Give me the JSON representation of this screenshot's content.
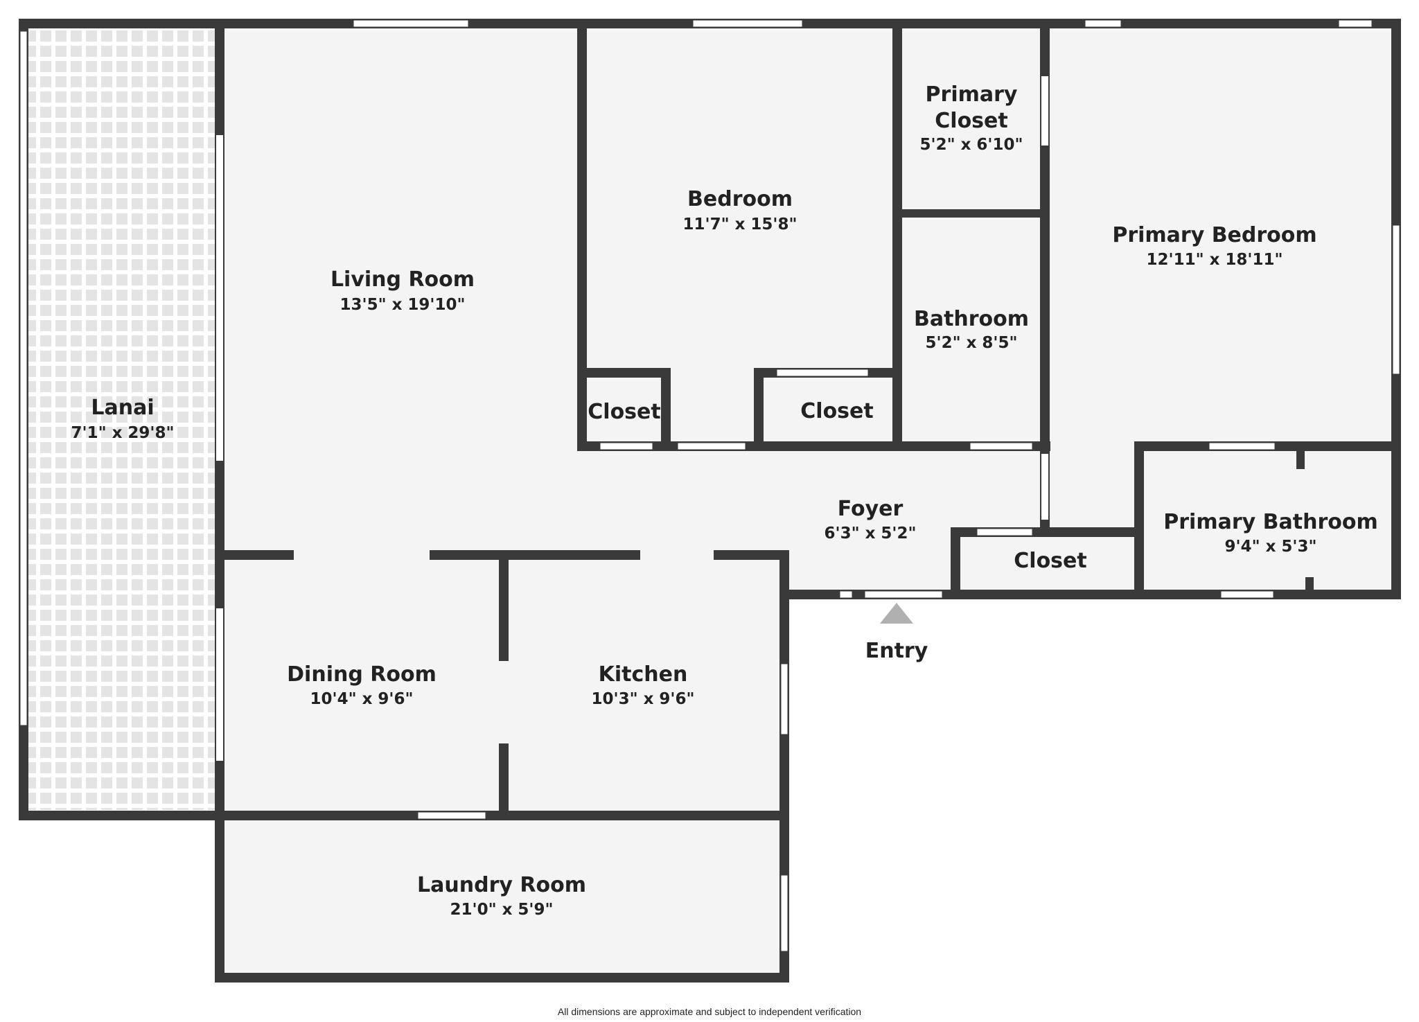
{
  "colors": {
    "wall": "#3a3a3a",
    "floor": "#f4f4f4",
    "window": "#ffffff",
    "lanai_tile": "#e4e4e4",
    "entry_arrow": "#b0b0b0",
    "text": "#222222"
  },
  "rooms": {
    "lanai": {
      "name": "Lanai",
      "dims": "7'1\" x 29'8\""
    },
    "living_room": {
      "name": "Living Room",
      "dims": "13'5\" x 19'10\""
    },
    "bedroom": {
      "name": "Bedroom",
      "dims": "11'7\" x 15'8\""
    },
    "primary_closet": {
      "name_line1": "Primary",
      "name_line2": "Closet",
      "dims": "5'2\" x 6'10\""
    },
    "primary_bedroom": {
      "name": "Primary Bedroom",
      "dims": "12'11\" x 18'11\""
    },
    "bathroom": {
      "name": "Bathroom",
      "dims": "5'2\" x 8'5\""
    },
    "closet_a": {
      "name": "Closet"
    },
    "closet_b": {
      "name": "Closet"
    },
    "foyer": {
      "name": "Foyer",
      "dims": "6'3\" x 5'2\""
    },
    "closet_c": {
      "name": "Closet"
    },
    "primary_bathroom": {
      "name": "Primary Bathroom",
      "dims": "9'4\" x 5'3\""
    },
    "dining_room": {
      "name": "Dining Room",
      "dims": "10'4\" x 9'6\""
    },
    "kitchen": {
      "name": "Kitchen",
      "dims": "10'3\" x 9'6\""
    },
    "laundry_room": {
      "name": "Laundry Room",
      "dims": "21'0\" x 5'9\""
    }
  },
  "entry": {
    "label": "Entry",
    "icon": "entry-arrow-icon"
  },
  "footnote": "All dimensions are approximate and subject to independent verification"
}
